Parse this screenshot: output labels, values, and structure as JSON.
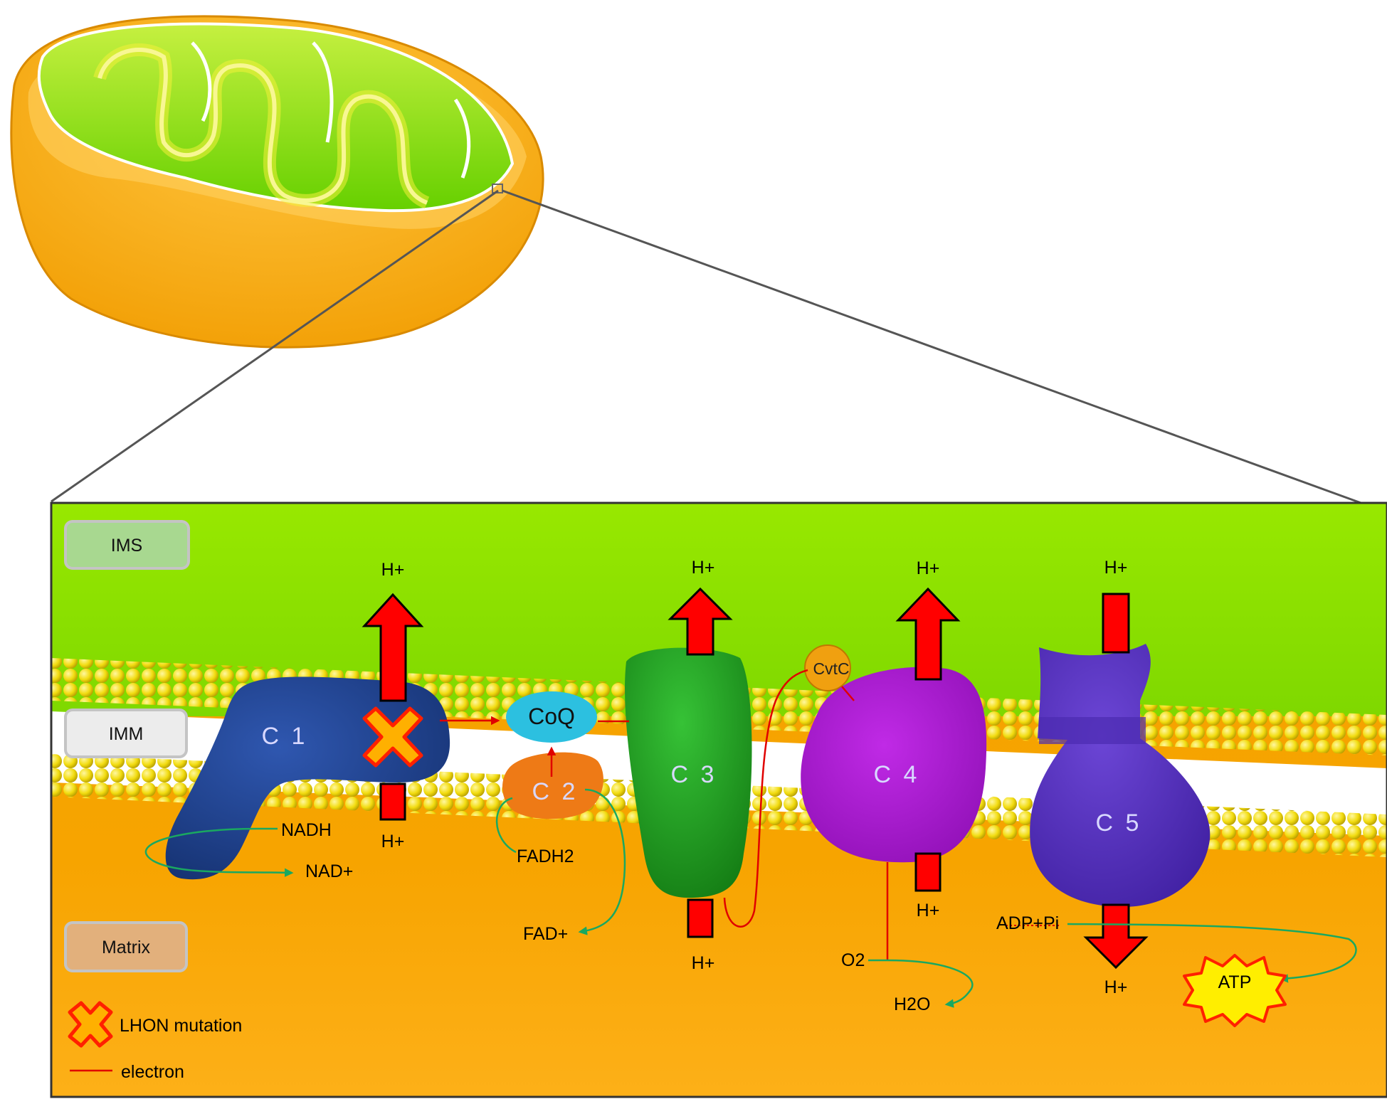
{
  "regions": {
    "ims": "IMS",
    "imm": "IMM",
    "matrix": "Matrix"
  },
  "complexes": {
    "c1": "C 1",
    "c2": "C 2",
    "c3": "C 3",
    "c4": "C 4",
    "c5": "C 5",
    "coq": "CoQ",
    "cytc": "CvtC"
  },
  "protons": {
    "c1_top": "H+",
    "c1_bottom": "H+",
    "c3_top": "H+",
    "c3_bottom": "H+",
    "c4_top": "H+",
    "c4_bottom": "H+",
    "c5_top": "H+",
    "c5_bottom": "H+"
  },
  "metabolites": {
    "nadh": "NADH",
    "nad": "NAD+",
    "fadh2": "FADH2",
    "fad": "FAD+",
    "o2": "O2",
    "h2o": "H2O",
    "adp": "ADP+Pi",
    "atp": "ATP"
  },
  "legend": {
    "mutation": "LHON mutation",
    "electron": "electron"
  },
  "colors": {
    "ims": "#8fe000",
    "matrix": "#f6a400",
    "membrane_bead": "#f2dd1a",
    "c1": "#1f3f8c",
    "c2": "#ee7a16",
    "c3": "#1f9a1f",
    "c4": "#a818cf",
    "c5": "#5a34c2",
    "coq": "#2cc0e0",
    "cytc": "#f0a010",
    "proton_arrow": "#ff0000",
    "electron_line": "#e00000",
    "substrate_arrow": "#1aa860",
    "atp_star": "#ffee00",
    "mutation_cross": "#ffb000"
  }
}
